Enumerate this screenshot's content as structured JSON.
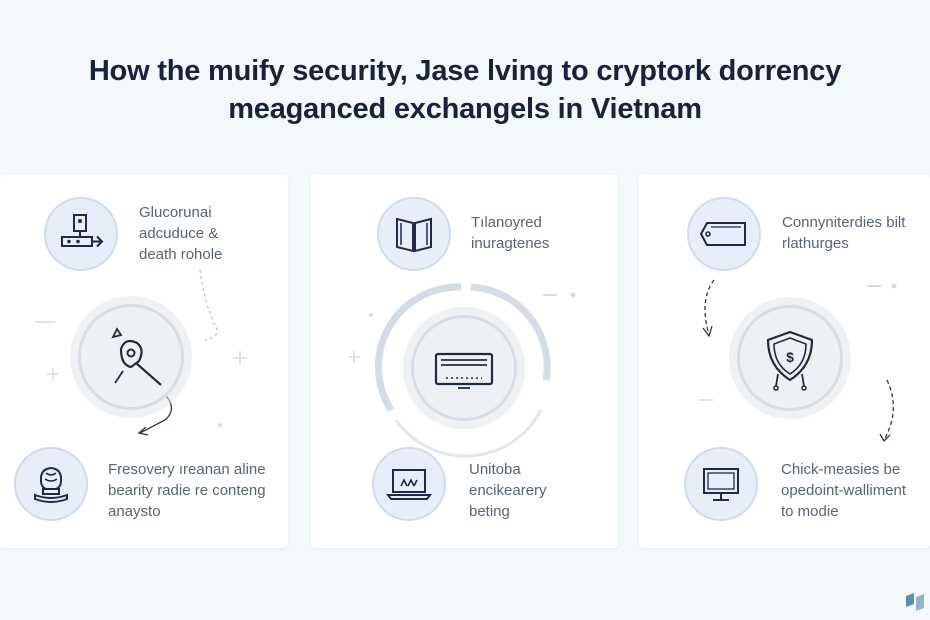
{
  "title": {
    "line1": "How the muify security, Jase lving to cryptork dorrency",
    "line2": "meaganced exchangels in Vietnam"
  },
  "panels": [
    {
      "top_label": "Glucorunai\nadcuduce &\ndeath rohole",
      "bottom_label": "Fresovery ıreanan aline\nbearity radie re conteng\nanaysto",
      "top_icon": "workstation-conveyor-icon",
      "center_icon": "key-icon",
      "bottom_icon": "brain-chip-icon"
    },
    {
      "top_label": "Tılanoyred\ninuragtenes",
      "bottom_label": "Unitoba\nencikearery\nbeting",
      "top_icon": "book-icon",
      "center_icon": "hardware-wallet-icon",
      "bottom_icon": "laptop-icon"
    },
    {
      "top_label": "Connyniterdies bilt\nrlathurges",
      "bottom_label": "Chick-measies be\nopedoint-walliment\nto modie",
      "top_icon": "tag-icon",
      "center_icon": "shield-lock-icon",
      "bottom_icon": "monitor-icon"
    }
  ],
  "colors": {
    "background": "#f3f8fb",
    "panel": "#ffffff",
    "accent_circle": "#e7eef9",
    "icon_stroke": "#1f2a44"
  }
}
